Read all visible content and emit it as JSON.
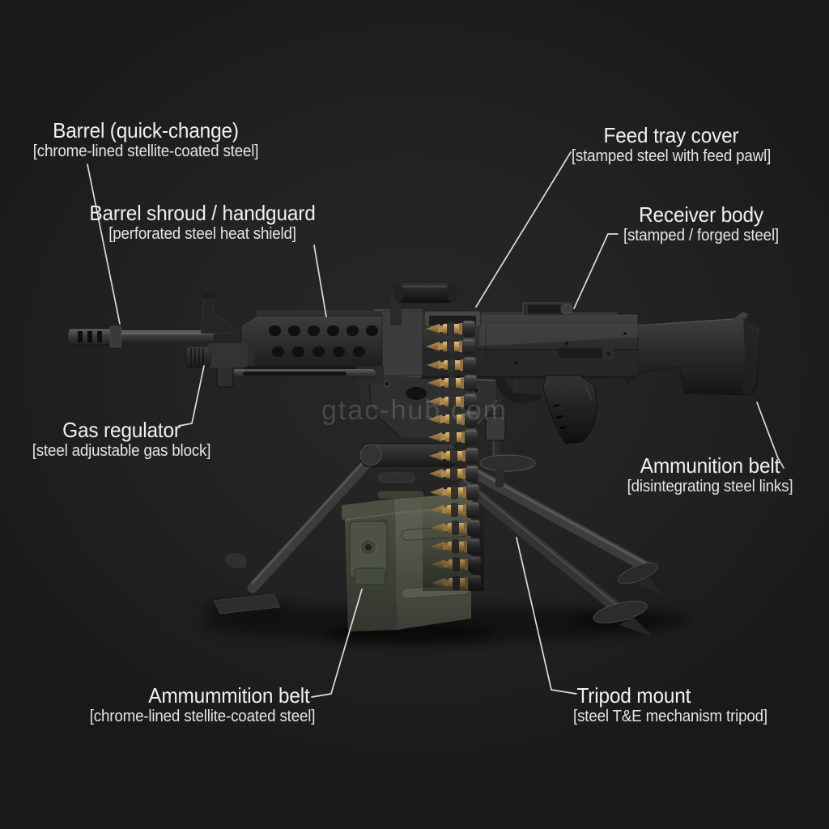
{
  "scene": {
    "watermark": "gtac-hub.com"
  },
  "labels": [
    {
      "id": "barrel",
      "title": "Barrel (quick-change)",
      "subtitle": "[chrome-lined stellite-coated steel]"
    },
    {
      "id": "barrel-shroud",
      "title": "Barrel shroud / handguard",
      "subtitle": "[perforated steel heat shield]"
    },
    {
      "id": "feed-tray-cover",
      "title": "Feed tray cover",
      "subtitle": "[stamped steel with feed pawl]"
    },
    {
      "id": "receiver-body",
      "title": "Receiver body",
      "subtitle": "[stamped / forged steel]"
    },
    {
      "id": "gas-regulator",
      "title": "Gas regulator",
      "subtitle": "[steel adjustable gas block]"
    },
    {
      "id": "ammunition-belt",
      "title": "Ammunition belt",
      "subtitle": "[disintegrating steel links]"
    },
    {
      "id": "ammunition-belt-2",
      "title": "Ammummition belt",
      "subtitle": "[chrome-lined stellite-coated steel]"
    },
    {
      "id": "tripod-mount",
      "title": "Tripod mount",
      "subtitle": "[steel T&E mechanism tripod]"
    }
  ],
  "colors": {
    "background_center": "#262626",
    "background_edge": "#191919",
    "label_text": "#f0f0f0",
    "leader_line": "#dcdcdc",
    "gun_metal": "#2e2e2e",
    "brass": "#c9a25e",
    "ammo_can_olive": "#4d5244",
    "watermark_gray": "#999999"
  }
}
